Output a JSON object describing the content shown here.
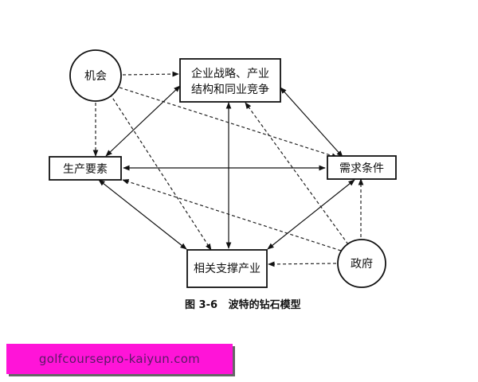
{
  "diagram": {
    "title": "波特的钻石模型",
    "figure_label": "图 3-6",
    "nodes": {
      "chance": "机会",
      "strategy_line1": "企业战略、产业",
      "strategy_line2": "结构和同业竞争",
      "factor": "生产要素",
      "demand": "需求条件",
      "related": "相关支撑产业",
      "government": "政府"
    },
    "edges": [
      {
        "from": "机会",
        "to": "企业战略、产业结构和同业竞争",
        "style": "dashed"
      },
      {
        "from": "机会",
        "to": "生产要素",
        "style": "dashed"
      },
      {
        "from": "机会",
        "to": "需求条件",
        "style": "dashed"
      },
      {
        "from": "机会",
        "to": "相关支撑产业",
        "style": "dashed"
      },
      {
        "from": "政府",
        "to": "企业战略、产业结构和同业竞争",
        "style": "dashed"
      },
      {
        "from": "政府",
        "to": "生产要素",
        "style": "dashed"
      },
      {
        "from": "政府",
        "to": "需求条件",
        "style": "dashed"
      },
      {
        "from": "政府",
        "to": "相关支撑产业",
        "style": "dashed"
      },
      {
        "from": "企业战略、产业结构和同业竞争",
        "to": "生产要素",
        "style": "solid-bidirectional"
      },
      {
        "from": "企业战略、产业结构和同业竞争",
        "to": "需求条件",
        "style": "solid-bidirectional"
      },
      {
        "from": "企业战略、产业结构和同业竞争",
        "to": "相关支撑产业",
        "style": "solid-bidirectional"
      },
      {
        "from": "生产要素",
        "to": "需求条件",
        "style": "solid-bidirectional"
      },
      {
        "from": "生产要素",
        "to": "相关支撑产业",
        "style": "solid-bidirectional"
      },
      {
        "from": "需求条件",
        "to": "相关支撑产业",
        "style": "solid-bidirectional"
      }
    ]
  },
  "caption": {
    "figure_label": "图 3-6",
    "title": "波特的钻石模型"
  },
  "watermark": {
    "text": "golfcoursepro-kaiyun.com",
    "color": "#ff14d8"
  }
}
